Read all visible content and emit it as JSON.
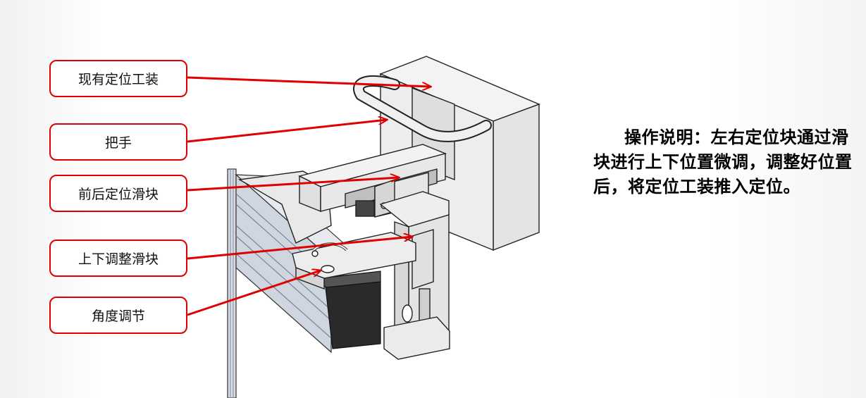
{
  "callouts": [
    {
      "id": "existing-fixture",
      "label": "现有定位工装"
    },
    {
      "id": "handle",
      "label": "把手"
    },
    {
      "id": "front-back-slider",
      "label": "前后定位滑块"
    },
    {
      "id": "up-down-slider",
      "label": "上下调整滑块"
    },
    {
      "id": "angle-adjust",
      "label": "角度调节"
    }
  ],
  "instructions": {
    "text": "操作说明：左右定位块通过滑块进行上下位置微调，调整好位置后，将定位工装推入定位。"
  },
  "colors": {
    "callout_border": "#e00000",
    "arrow": "#e00000",
    "part_fill": "#ececec",
    "part_stroke": "#222222",
    "motor": "#2a2a2a"
  }
}
